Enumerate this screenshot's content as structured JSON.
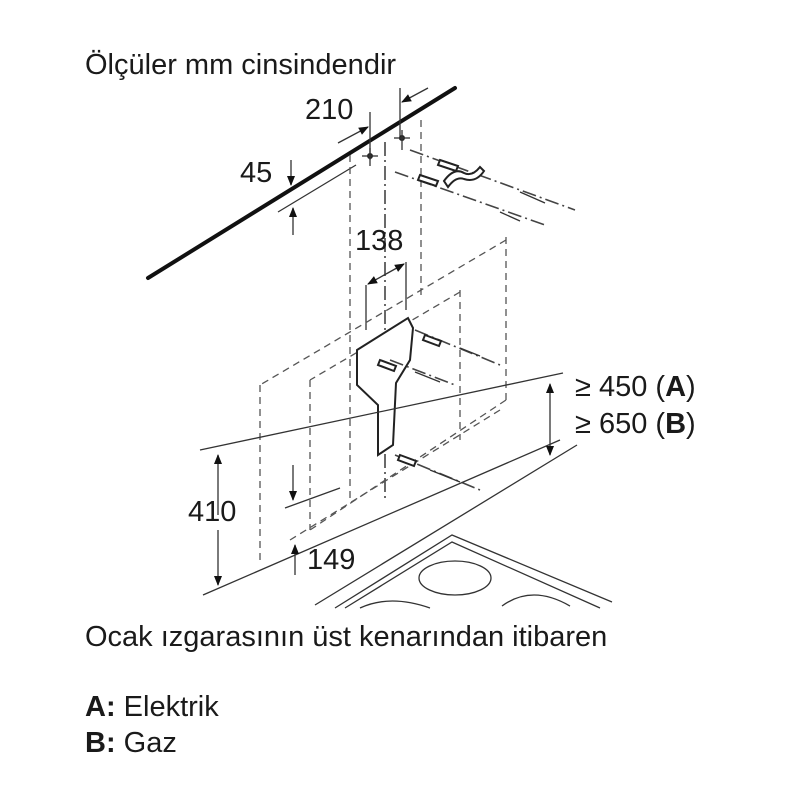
{
  "title": "Ölçüler mm cinsindendir",
  "dimensions": {
    "d210": "210",
    "d45": "45",
    "d138": "138",
    "d410": "410",
    "d149": "149",
    "min_a_prefix": "≥ 450 (",
    "min_a_letter": "A",
    "min_a_suffix": ")",
    "min_b_prefix": "≥ 650 (",
    "min_b_letter": "B",
    "min_b_suffix": ")"
  },
  "caption": "Ocak ızgarasının üst kenarından itibaren",
  "legend": [
    {
      "key": "A:",
      "label": "Elektrik"
    },
    {
      "key": "B:",
      "label": "Gaz"
    }
  ]
}
